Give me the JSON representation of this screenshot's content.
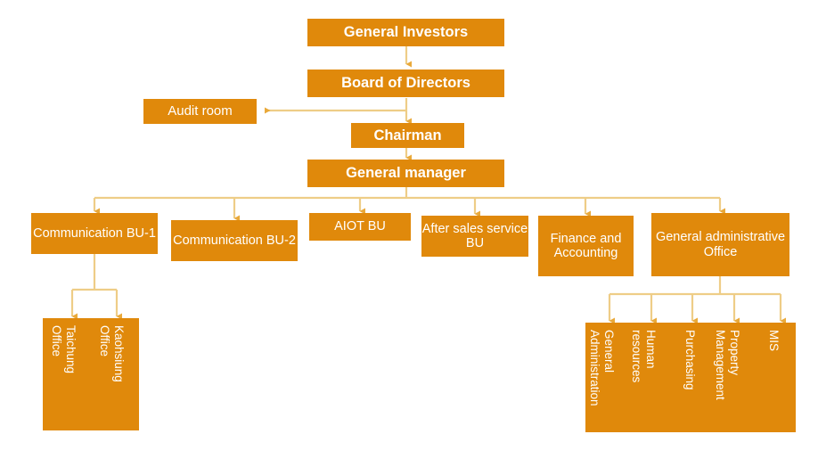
{
  "colors": {
    "box_fill": "#E0890B",
    "connector": "#EECD87",
    "arrow": "#E9A93A",
    "text": "#FFFFFF",
    "background": "#FFFFFF"
  },
  "chart_data": {
    "type": "diagram",
    "title": "Organizational Structure Chart",
    "orientation": "top-down"
  },
  "nodes": {
    "general_investors": "General Investors",
    "board_of_directors": "Board of Directors",
    "audit_room": "Audit room",
    "chairman": "Chairman",
    "general_manager": "General manager",
    "communication_bu_1": "Communication BU-1",
    "communication_bu_2": "Communication BU-2",
    "aiot_bu": "AIOT BU",
    "after_sales_service_bu": "After sales service BU",
    "finance_and_accounting": "Finance and Accounting",
    "general_administrative_office": "General administrative Office"
  },
  "communication_bu_1_children": [
    {
      "line1": "Taichung",
      "line2": "Office"
    },
    {
      "line1": "Kaohsiung",
      "line2": "Office"
    }
  ],
  "general_admin_children": [
    {
      "line1": "General",
      "line2": "Administration"
    },
    {
      "line1": "Human",
      "line2": "resources"
    },
    {
      "line1": "Purchasing",
      "line2": ""
    },
    {
      "line1": "Property",
      "line2": "Management"
    },
    {
      "line1": "MIS",
      "line2": ""
    }
  ]
}
